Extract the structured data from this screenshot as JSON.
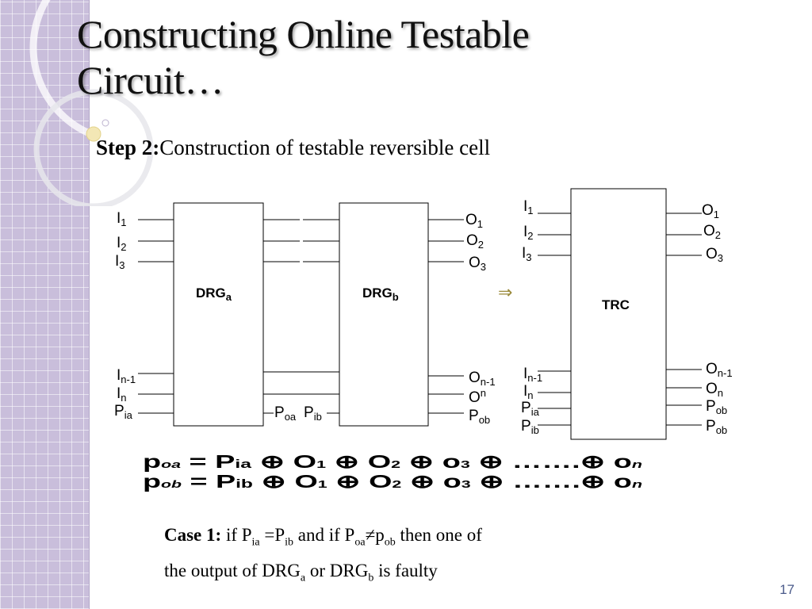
{
  "slide": {
    "title_line1": "Constructing Online Testable",
    "title_line2": "Circuit…",
    "step_label": "Step 2:",
    "step_text": "Construction of testable reversible cell",
    "slide_number": "17"
  },
  "diagram": {
    "left_inputs": [
      {
        "main": "I",
        "sub": "1"
      },
      {
        "main": "I",
        "sub": "2"
      },
      {
        "main": "I",
        "sub": "3"
      },
      {
        "main": "I",
        "sub": "n-1"
      },
      {
        "main": "I",
        "sub": "n"
      },
      {
        "main": "P",
        "sub": "ia"
      }
    ],
    "drg_a": {
      "main": "DRG",
      "sub": "a"
    },
    "drg_b": {
      "main": "DRG",
      "sub": "b"
    },
    "mid_labels": [
      {
        "main": "P",
        "sub": "oa"
      },
      {
        "main": "P",
        "sub": "ib"
      }
    ],
    "left_outputs": [
      {
        "main": "O",
        "sub": "1"
      },
      {
        "main": "O",
        "sub": "2"
      },
      {
        "main": "O",
        "sub": "3"
      },
      {
        "main": "O",
        "sub": "n-1"
      },
      {
        "main": "O",
        "sub": "n"
      },
      {
        "main": "P",
        "sub": "ob"
      }
    ],
    "arrow": "⇒",
    "trc": {
      "label": "TRC",
      "inputs": [
        {
          "main": "I",
          "sub": "1"
        },
        {
          "main": "I",
          "sub": "2"
        },
        {
          "main": "I",
          "sub": "3"
        },
        {
          "main": "I",
          "sub": "n-1"
        },
        {
          "main": "I",
          "sub": "n"
        },
        {
          "main": "P",
          "sub": "ia"
        },
        {
          "main": "P",
          "sub": "ib"
        }
      ],
      "outputs": [
        {
          "main": "O",
          "sub": "1"
        },
        {
          "main": "O",
          "sub": "2"
        },
        {
          "main": "O",
          "sub": "3"
        },
        {
          "main": "O",
          "sub": "n-1"
        },
        {
          "main": "O",
          "sub": "n"
        },
        {
          "main": "P",
          "sub": "ob"
        },
        {
          "main": "P",
          "sub": "ob"
        }
      ]
    }
  },
  "equations": [
    {
      "lhs_main": "p",
      "lhs_sub": "oa",
      "op": "=",
      "p_main": "P",
      "p_sub": "ia",
      "xor": "⊕",
      "o1": "O",
      "o1_sub": "1",
      "o2": "O",
      "o2_sub": "2",
      "o3": "o",
      "o3_sub": "3",
      "dots": "…….",
      "on": "o",
      "on_sub": "n"
    },
    {
      "lhs_main": "p",
      "lhs_sub": "ob",
      "op": "=",
      "p_main": "P",
      "p_sub": "ib",
      "xor": "⊕",
      "o1": "O",
      "o1_sub": "1",
      "o2": "O",
      "o2_sub": "2",
      "o3": "o",
      "o3_sub": "3",
      "dots": "…….",
      "on": "o",
      "on_sub": "n"
    }
  ],
  "case": {
    "label": "Case 1:",
    "t1": " if P",
    "s1": "ia",
    "t2": " =P",
    "s2": "ib",
    "t3": "  and if P",
    "s3": "oa",
    "t4": "≠p",
    "s4": "ob",
    "t5": " then one of",
    "t6": "the output of DRG",
    "s6": "a",
    "t7": " or DRG",
    "s7": "b",
    "t8": " is faulty"
  }
}
